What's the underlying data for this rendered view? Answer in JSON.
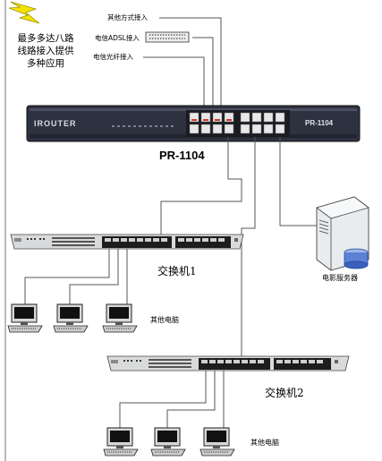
{
  "note": {
    "line1": "最多多达八路",
    "line2": "线路接入提供",
    "line3": "多种应用"
  },
  "access": {
    "other": "其他方式接入",
    "adsl": "电信ADSL接入",
    "fiber": "电信光纤接入"
  },
  "router": {
    "brand": "IROUTER",
    "badge": "PR-1104",
    "model_label": "PR-1104"
  },
  "server": {
    "label": "电影服务器"
  },
  "switch1": {
    "label": "交换机1",
    "pc_label": "其他电脑"
  },
  "switch2": {
    "label": "交换机2",
    "pc_label": "其他电脑"
  },
  "colors": {
    "router_body": "#2e3140",
    "switch_body": "#d9dadc",
    "wire": "#555555",
    "bolt": "#f2e400"
  }
}
